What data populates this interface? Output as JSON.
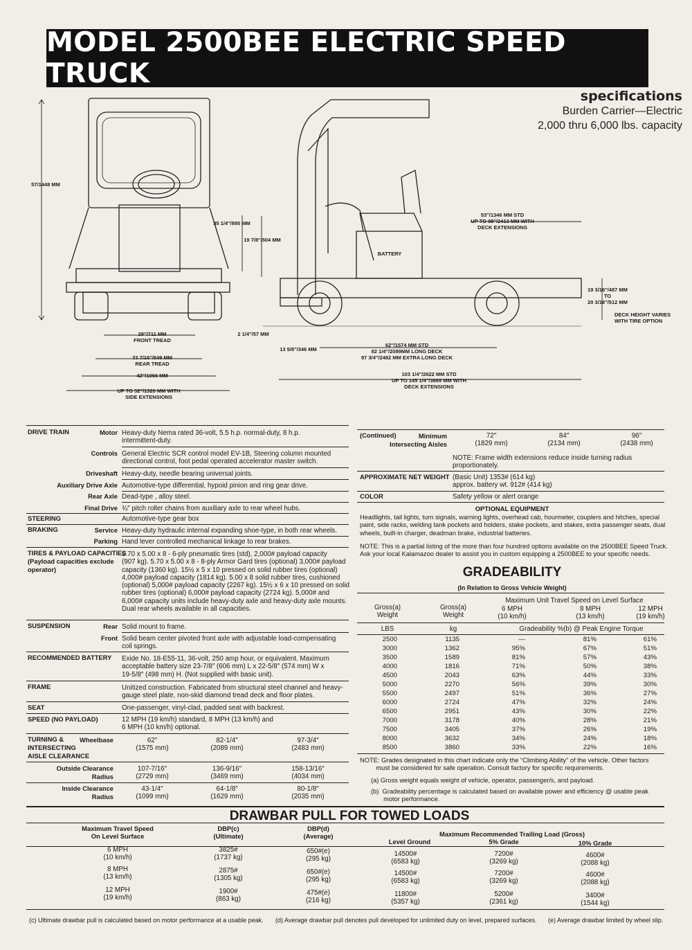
{
  "title": "MODEL 2500BEE ELECTRIC SPEED TRUCK",
  "specs": {
    "heading": "specifications",
    "line1": "Burden Carrier—Electric",
    "line2": "2,000 thru 6,000 lbs. capacity"
  },
  "drawing": {
    "front_height": "57/1448 MM",
    "front_tread": "28″/711 MM\nFRONT TREAD",
    "rear_tread": "33 7/16″/849 MM\nREAR TREAD",
    "width": "42″/1066 MM",
    "side_ext": "UP TO 52″/1320 MM WITH\nSIDE EXTENSIONS",
    "seat_height": "35 1/4″/895 MM",
    "seat_back": "19 7/8″/504 MM",
    "battery": "BATTERY",
    "deck_len": "53″/1346 MM STD\nUP TO 95″/2413 MM WITH\nDECK EXTENSIONS",
    "deck_height": "19 3/16″/487 MM\nTO\n20 3/16″/512 MM",
    "deck_var": "DECK HEIGHT VARIES\nWITH TIRE OPTION",
    "ground": "2 1/4″/57 MM",
    "front_overhang": "13 5/8″/346 MM",
    "wheelbase": "62″/1574 MM STD\n82 1/4″/2089MM LONG DECK\n97 3/4″/2482 MM EXTRA LONG DECK",
    "overall_len": "103 1/4″/2622 MM STD\nUP TO 145 1/4″/3689 MM WITH\nDECK EXTENSIONS"
  },
  "left": {
    "drive_train": "DRIVE TRAIN",
    "motor_l": "Motor",
    "motor": "Heavy-duty Nema rated 36-volt, 5.5 h.p. normal-duty, 8 h.p.\nintermittent-duty.",
    "controls_l": "Controls",
    "controls": "General Electric SCR control model EV-1B, Steering column mounted\ndirectional control, foot pedal operated accelerator master switch.",
    "driveshaft_l": "Driveshaft",
    "driveshaft": "Heavy-duty, needle bearing universal joints.",
    "aux_l": "Auxiliary Drive Axle",
    "aux": "Automotive-type differential, hypoid pinion and ring gear drive.",
    "rear_axle_l": "Rear Axle",
    "rear_axle": "Dead-type , alloy steel.",
    "final_l": "Final Drive",
    "final": "¾″ pitch roller chains from auxiliary axle to rear wheel hubs.",
    "steering": "STEERING",
    "steering_v": "Automotive-type gear box",
    "braking": "BRAKING",
    "service_l": "Service",
    "service": "Heavy-duty hydraulic internal expanding shoe-type, in both rear wheels.",
    "parking_l": "Parking",
    "parking": "Hand lever controlled mechanical linkage to rear brakes.",
    "tires": "TIRES & PAYLOAD CAPACITIES\n(Payload capacities exclude\noperator)",
    "tires_v": "5.70 x 5.00 x 8 - 6-ply pneumatic tires (std), 2,000# payload capacity\n(907 kg). 5.70 x 5.00 x 8 - 8-ply Armor Gard tires (optional) 3,000# payload\ncapacity (1360 kg). 15½ x 5 x 10 pressed on solid rubber tires (optional)\n4,000# payload capacity (1814 kg). 5.00 x 8 solid rubber tires, cushioned\n(optional) 5,000# payload capacity (2267 kg). 15½ x 6 x 10 pressed on solid\nrubber tires (optional) 6,000# payload capacity (2724 kg). 5,000# and\n6,000# capacity units include heavy-duty axle and heavy-duty axle mounts.\nDual rear wheels available in all capacities.",
    "suspension": "SUSPENSION",
    "rear_l": "Rear",
    "rear": "Solid mount to frame.",
    "front_l": "Front",
    "front": "Solid beam center pivoted front axle with adjustable load-compensating\ncoil springs.",
    "battery": "RECOMMENDED BATTERY",
    "battery_v": "Exide No. 18-E55-11, 36-volt, 250 amp hour, or equivalent. Maximum\nacceptable battery size 23-7/8″ (606 mm) L x 22-5/8″ (574 mm) W x\n19-5/8″ (498 mm) H. (Not supplied with basic unit).",
    "frame": "FRAME",
    "frame_v": "Unitized construction. Fabricated from structural steel channel and heavy-\ngauge steel plate, non-skid diamond tread deck and floor plates.",
    "seat": "SEAT",
    "seat_v": "One-passenger, vinyl-clad, padded seat with backrest.",
    "speed": "SPEED (NO PAYLOAD)",
    "speed_v": "12 MPH (19 km/h) standard, 8 MPH (13 km/h) and\n6 MPH (10 km/h) optional.",
    "turning": "TURNING &\nINTERSECTING\nAISLE CLEARANCE",
    "wheelbase_l": "Wheelbase",
    "wb": [
      "62″\n(1575 mm)",
      "82-1/4″\n(2089 mm)",
      "97-3/4″\n(2483 mm)"
    ],
    "outside_l": "Outside Clearance\nRadius",
    "outside": [
      "107-7/16″\n(2729 mm)",
      "136-9/16″\n(3469 mm)",
      "158-13/16″\n(4034 mm)"
    ],
    "inside_l": "Inside Clearance\nRadius",
    "inside": [
      "43-1/4″\n(1099 mm)",
      "64-1/8″\n(1629 mm)",
      "80-1/8″\n(2035 mm)"
    ]
  },
  "right": {
    "continued": "(Continued)",
    "min_l": "Minimum\nIntersecting Aisles",
    "min": [
      "72″\n(1829 mm)",
      "84″\n(2134 mm)",
      "96″\n(2438 mm)"
    ],
    "note_frame": "NOTE: Frame width extensions reduce inside turning radius\nproportionately.",
    "weight_l": "APPROXIMATE NET WEIGHT",
    "weight": "(Basic Unit) 1353# (614 kg)\napprox. battery wt. 912# (414 kg)",
    "color_l": "COLOR",
    "color": "Safety yellow or alert orange",
    "opt_title": "OPTIONAL EQUIPMENT",
    "opt_text": "Headlights, tail lights, turn signals, warning lights, overhead cab, hourmeter, couplers and hitches, special\npaint, side racks, welding tank pockets and holders, stake pockets, and stakes, extra passenger seats, dual\nwheels, built-in charger, deadman brake, industrial batteries.",
    "opt_note": "NOTE: This is a partial listing of the more than four hundred options available on the 2500BEE Speed Truck.\nAsk your local Kalamazoo dealer to assist you in custom equipping a 2500BEE to your specific needs."
  },
  "grade": {
    "title": "GRADEABILITY",
    "subtitle": "(In Relation to Gross Vehicle Weight)",
    "h_max": "Maximum Unit Travel Speed on Level Surface",
    "h_gross1": "Gross(a)\nWeight",
    "h_gross2": "Gross(a)\nWeight",
    "h_6": "6 MPH\n(10 km/h)",
    "h_8": "8 MPH\n(13 km/h)",
    "h_12": "12 MPH\n(19 km/h)",
    "h_lbs": "LBS",
    "h_kg": "kg",
    "h_grade": "Gradeability %(b) @ Peak Engine Torque",
    "rows": [
      [
        "2500",
        "1135",
        "—",
        "81%",
        "61%"
      ],
      [
        "3000",
        "1362",
        "95%",
        "67%",
        "51%"
      ],
      [
        "3500",
        "1589",
        "81%",
        "57%",
        "43%"
      ],
      [
        "4000",
        "1816",
        "71%",
        "50%",
        "38%"
      ],
      [
        "4500",
        "2043",
        "63%",
        "44%",
        "33%"
      ],
      [
        "5000",
        "2270",
        "56%",
        "39%",
        "30%"
      ],
      [
        "5500",
        "2497",
        "51%",
        "36%",
        "27%"
      ],
      [
        "6000",
        "2724",
        "47%",
        "32%",
        "24%"
      ],
      [
        "6500",
        "2951",
        "43%",
        "30%",
        "22%"
      ],
      [
        "7000",
        "3178",
        "40%",
        "28%",
        "21%"
      ],
      [
        "7500",
        "3405",
        "37%",
        "26%",
        "19%"
      ],
      [
        "8000",
        "3632",
        "34%",
        "24%",
        "18%"
      ],
      [
        "8500",
        "3860",
        "33%",
        "22%",
        "16%"
      ]
    ],
    "note": "NOTE: Grades designated in this chart indicate only the “Climbing Ability” of the vehicle. Other factors\n         must be considered for safe operation. Consult factory for specific requirements.",
    "note_a": "(a)  Gross weight equals weight of vehicle, operator, passenger/s, and payload.",
    "note_b": "(b)  Gradeability percentage is calculated based on available power and efficiency @ usable peak\n       motor performance."
  },
  "drawbar": {
    "title": "DRAWBAR PULL FOR TOWED LOADS",
    "h_speed": "Maximum Travel Speed\nOn Level Surface",
    "h_dbpc": "DBP(c)\n(Ultimate)",
    "h_dbpd": "DBP(d)\n(Average)",
    "h_trail": "Maximum Recommended Trailing Load (Gross)",
    "h_level": "Level Ground",
    "h_5": "5% Grade",
    "h_10": "10% Grade",
    "rows": [
      [
        "6 MPH\n(10 km/h)",
        "3825#\n(1737 kg)",
        "650#(e)\n(295 kg)",
        "14500#\n(6583 kg)",
        "7200#\n(3269 kg)",
        "4600#\n(2088 kg)"
      ],
      [
        "8 MPH\n(13 km/h)",
        "2875#\n(1305 kg)",
        "650#(e)\n(295 kg)",
        "14500#\n(6583 kg)",
        "7200#\n(3269 kg)",
        "4600#\n(2088 kg)"
      ],
      [
        "12 MPH\n(19 km/h)",
        "1900#\n(863 kg)",
        "475#(e)\n(216 kg)",
        "11800#\n(5357 kg)",
        "5200#\n(2361 kg)",
        "3400#\n(1544 kg)"
      ]
    ],
    "foot_c": "(c) Ultimate drawbar pull is calculated based on motor performance at a usable peak.",
    "foot_d": "(d) Average drawbar pull denotes pull developed for unlimited duty on level, prepared surfaces.",
    "foot_e": "(e) Average drawbar limited by wheel slip."
  }
}
